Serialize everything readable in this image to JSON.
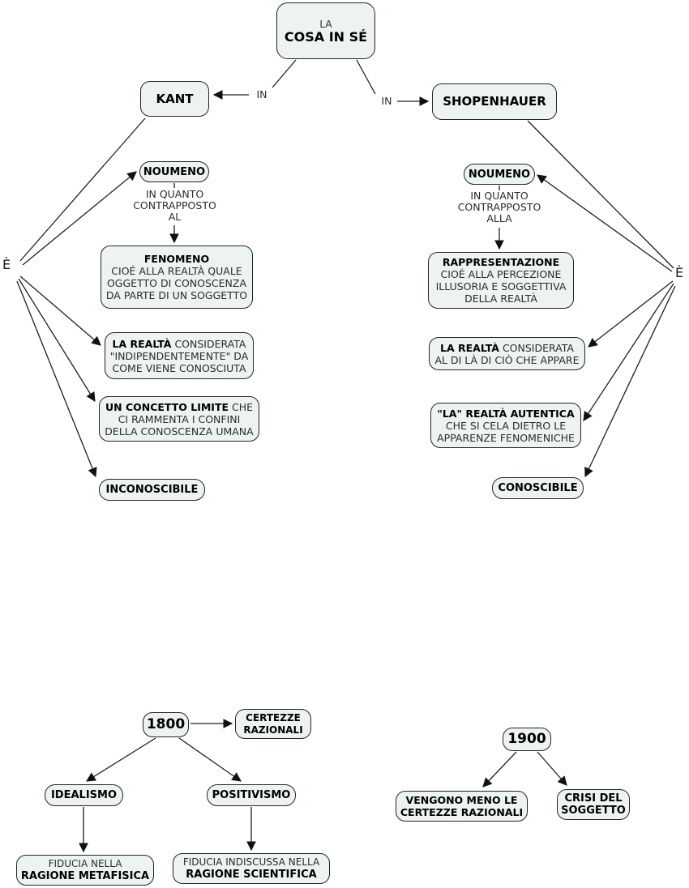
{
  "colors": {
    "node_fill": "#edf2f3",
    "node_border": "#242424",
    "line": "#1f1f1f",
    "bold_text": "#000000",
    "regular_text": "#2b2b2b"
  },
  "nodes": {
    "root": {
      "top": "LA",
      "title": "COSA IN SÉ"
    },
    "in_left": "IN",
    "in_right": "IN",
    "kant": "KANT",
    "shopenhauer": "SHOPENHAUER",
    "e_left": "È",
    "e_right": "È",
    "noumeno_left": "NOUMENO",
    "noumeno_right": "NOUMENO",
    "link_left": {
      "l1": "IN QUANTO",
      "l2": "CONTRAPPOSTO",
      "l3": "AL"
    },
    "link_right": {
      "l1": "IN QUANTO",
      "l2": "CONTRAPPOSTO",
      "l3": "ALLA"
    },
    "fenomeno": {
      "title": "FENOMENO",
      "l1": "CIOÉ ALLA REALTÀ QUALE",
      "l2": "OGGETTO DI CONOSCENZA",
      "l3": "DA PARTE DI UN SOGGETTO"
    },
    "rappresentazione": {
      "title": "RAPPRESENTAZIONE",
      "l1": "CIOÉ ALLA PERCEZIONE",
      "l2": "ILLUSORIA E SOGGETTIVA",
      "l3": "DELLA REALTÀ"
    },
    "realta_indip": {
      "bold": "LA REALTÀ",
      "rest": " CONSIDERATA",
      "l2": "\"INDIPENDENTEMENTE\" DA",
      "l3": "COME VIENE CONOSCIUTA"
    },
    "concetto_limite": {
      "bold": "UN CONCETTO LIMITE",
      "rest": " CHE",
      "l2": "CI RAMMENTA I CONFINI",
      "l3": "DELLA CONOSCENZA UMANA"
    },
    "inconoscibile": "INCONOSCIBILE",
    "realta_aldila": {
      "bold": "LA REALTÀ",
      "rest": " CONSIDERATA",
      "l2": "AL DI LÀ DI CIÒ CHE APPARE"
    },
    "realta_autentica": {
      "title": "\"LA\" REALTÀ AUTENTICA",
      "l1": "CHE SI CELA DIETRO LE",
      "l2": "APPARENZE FENOMENICHE"
    },
    "conoscibile": "CONOSCIBILE",
    "y1800": "1800",
    "certezze": {
      "l1": "CERTEZZE",
      "l2": "RAZIONALI"
    },
    "idealismo": "IDEALISMO",
    "positivismo": "POSITIVISMO",
    "fiducia_metafisica": {
      "l1": "FIDUCIA NELLA",
      "bold": "RAGIONE METAFISICA"
    },
    "fiducia_scientifica": {
      "l1": "FIDUCIA INDISCUSSA NELLA",
      "bold": "RAGIONE SCIENTIFICA"
    },
    "y1900": "1900",
    "vengono_meno": {
      "l1": "VENGONO MENO LE",
      "l2": "CERTEZZE RAZIONALI"
    },
    "crisi": {
      "l1": "CRISI DEL",
      "l2": "SOGGETTO"
    }
  }
}
